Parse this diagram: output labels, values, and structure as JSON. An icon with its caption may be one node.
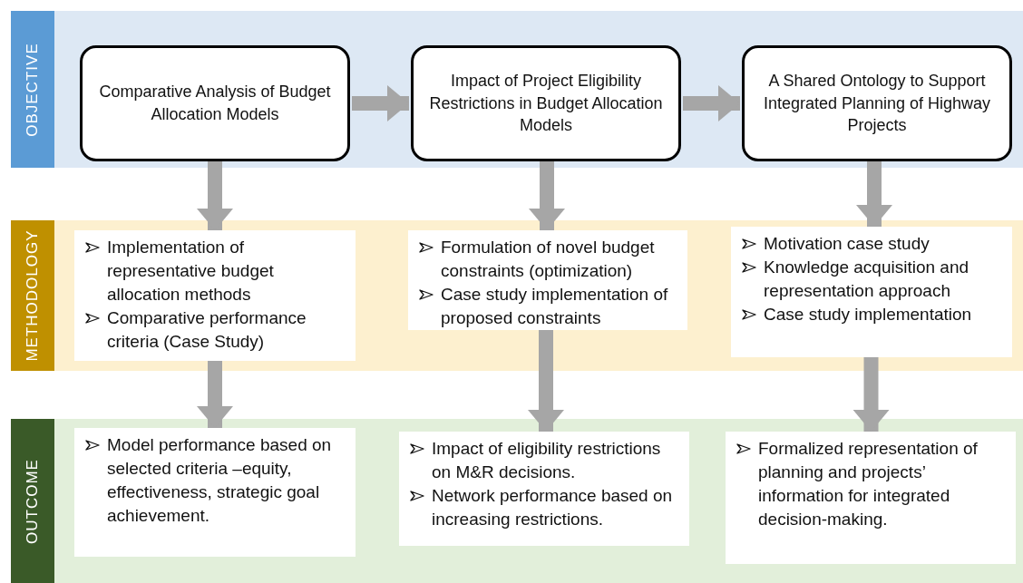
{
  "diagram": {
    "nodes": [
      {
        "text": [
          "OBJECTIVE"
        ]
      },
      {
        "text": [
          "Comparative Analysis of Budget Allocation Models"
        ],
        "in": 0
      },
      {
        "text": [
          "Impact of Project Eligibility Restrictions in Budget Allocation Models"
        ],
        "in": 0
      },
      {
        "text": [
          "A Shared Ontology to Support Integrated Planning of Highway Projects"
        ],
        "in": 0
      },
      {
        "text": [
          "METHODOLOGY"
        ]
      },
      {
        "text": [
          "Implementation of representative budget allocation methods",
          "Comparative performance criteria (Case Study)"
        ],
        "in": 4
      },
      {
        "text": [
          "Formulation of novel budget constraints (optimization)",
          "Case study implementation of proposed constraints"
        ],
        "in": 4
      },
      {
        "text": [
          "Motivation case study",
          "Knowledge acquisition and representation approach",
          "Case study implementation"
        ],
        "in": 4
      },
      {
        "text": [
          "OUTCOME"
        ]
      },
      {
        "text": [
          "Model performance based on selected criteria –equity, effectiveness, strategic goal achievement."
        ],
        "in": 8
      },
      {
        "text": [
          "Impact of eligibility restrictions on M&R decisions.",
          "Network performance based on increasing restrictions."
        ],
        "in": 8
      },
      {
        "text": [
          "Formalized representation of planning and projects’ information for integrated decision-making."
        ],
        "in": 8
      }
    ],
    "edges": [
      {
        "from": 1,
        "to": 2,
        "arrow": "to"
      },
      {
        "from": 2,
        "to": 3,
        "arrow": "to"
      },
      {
        "from": 1,
        "to": 5,
        "arrow": "to"
      },
      {
        "from": 2,
        "to": 6,
        "arrow": "to"
      },
      {
        "from": 3,
        "to": 7,
        "arrow": "to"
      },
      {
        "from": 5,
        "to": 9,
        "arrow": "to"
      },
      {
        "from": 6,
        "to": 10,
        "arrow": "to"
      },
      {
        "from": 7,
        "to": 11,
        "arrow": "to"
      }
    ]
  }
}
